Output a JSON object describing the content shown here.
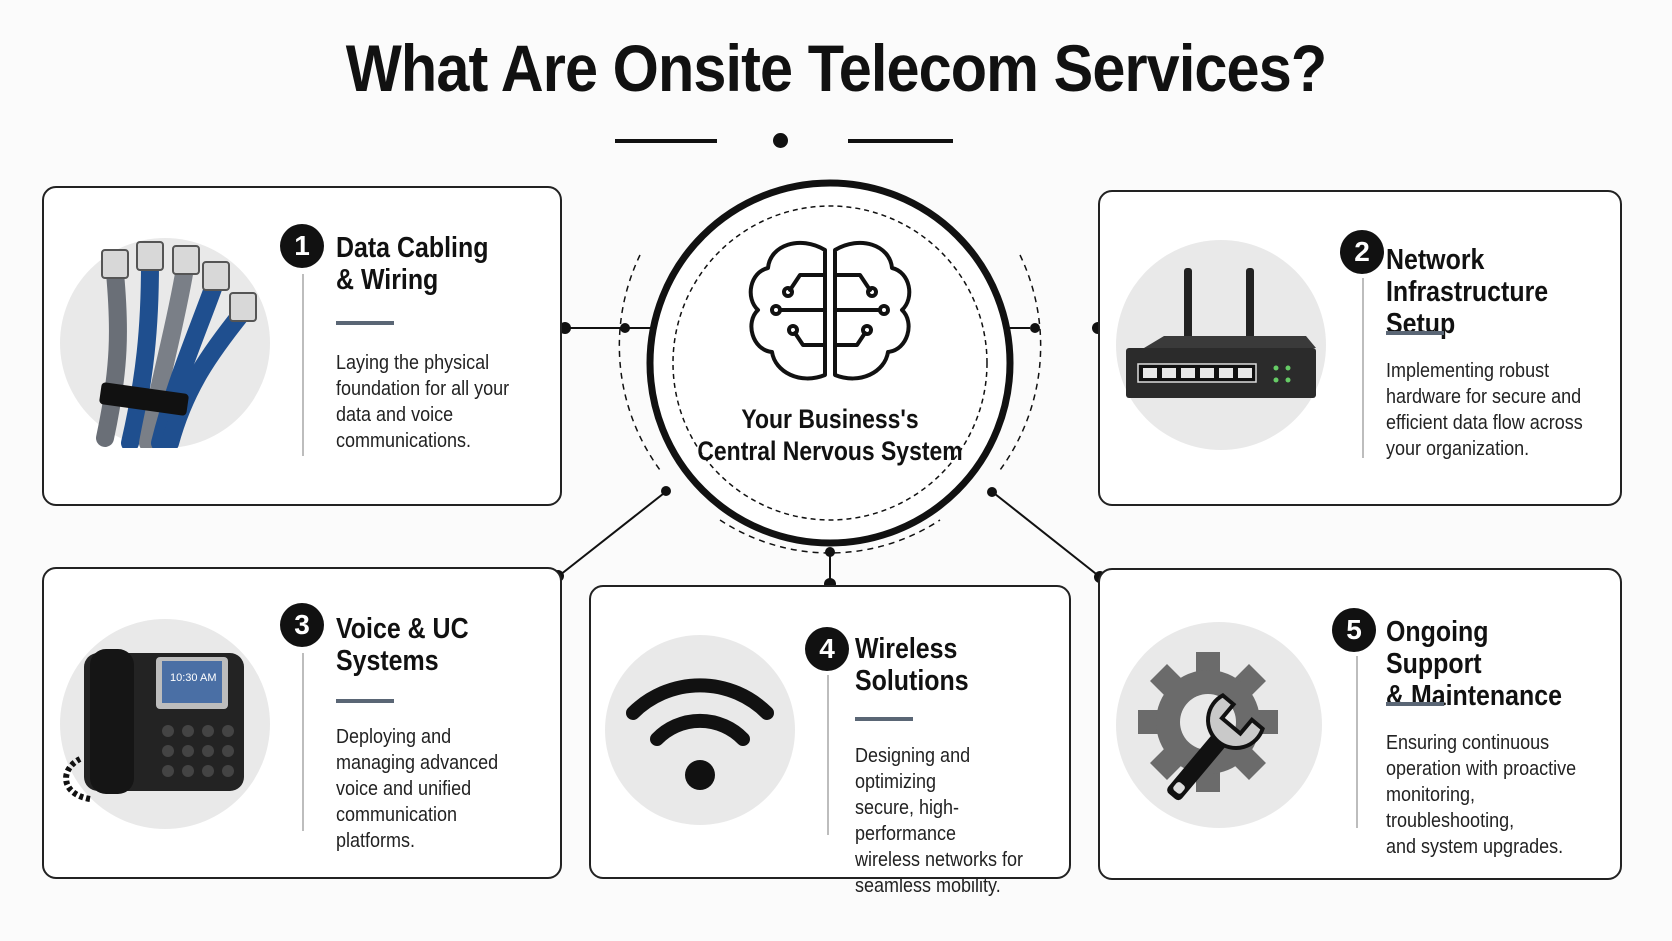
{
  "title": "What Are Onsite Telecom Services?",
  "center": {
    "label": "Your Business's\nCentral Nervous System",
    "icon": "brain-circuit-icon"
  },
  "services": [
    {
      "number": "1",
      "heading": "Data Cabling\n& Wiring",
      "description": "Laying the physical\nfoundation for all your\ndata and voice\ncommunications.",
      "icon": "ethernet-cables-icon"
    },
    {
      "number": "2",
      "heading": "Network\nInfrastructure Setup",
      "description": "Implementing robust\nhardware for secure and\nefficient data flow across\nyour organization.",
      "icon": "router-icon"
    },
    {
      "number": "3",
      "heading": "Voice & UC\nSystems",
      "description": "Deploying and\nmanaging advanced\nvoice and unified\ncommunication\nplatforms.",
      "icon": "desk-phone-icon",
      "phone_screen_time": "10:30 AM"
    },
    {
      "number": "4",
      "heading": "Wireless\nSolutions",
      "description": "Designing and optimizing\nsecure, high-performance\nwireless networks for\nseamless mobility.",
      "icon": "wifi-icon"
    },
    {
      "number": "5",
      "heading": "Ongoing Support\n& Maintenance",
      "description": "Ensuring continuous\noperation with proactive\nmonitoring, troubleshooting,\nand system upgrades.",
      "icon": "gear-wrench-icon"
    }
  ],
  "colors": {
    "ink": "#111111",
    "accent_underline": "#5a6675",
    "illustration_bg": "#e9e9e9",
    "cable_blue": "#1f4f8f",
    "cable_gray": "#7a7f87"
  }
}
